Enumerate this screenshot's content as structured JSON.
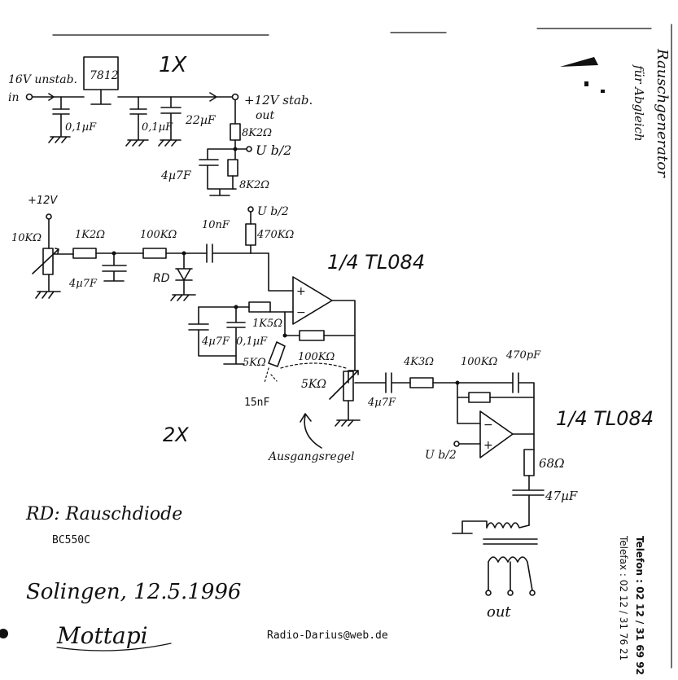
{
  "regulator": {
    "label": "1X",
    "ic": "7812",
    "input_label_line1": "16V unstab.",
    "input_label_line2": "in",
    "output_label_line1": "+12V stab.",
    "output_label_line2": "out",
    "cap1": "0,1µF",
    "cap2": "0,1µF",
    "cap3": "22µF",
    "r_top": "8K2Ω",
    "r_bottom": "8K2Ω",
    "cap_ub": "4µ7F",
    "ub_label": "U b/2"
  },
  "noise_stage": {
    "supply_label": "+12V",
    "pot": "10KΩ",
    "r1": "1K2Ω",
    "r2": "100KΩ",
    "cap_filter": "4µ7F",
    "diode": "RD",
    "coupling_cap": "10nF",
    "bias_label": "U b/2",
    "bias_r": "470KΩ",
    "opamp1": "1/4 TL084",
    "fb_r1": "1K5Ω",
    "cap_a": "4µ7F",
    "cap_b": "0,1µF",
    "pot_gain": "5KΩ",
    "fb_r2": "100KΩ",
    "cap_15nf": "15nF",
    "stage_label": "2X"
  },
  "output_stage": {
    "level_pot": "5KΩ",
    "cap_in": "4µ7F",
    "r_in": "4K3Ω",
    "r_fb": "100KΩ",
    "cap_fb": "470pF",
    "opamp2": "1/4 TL084",
    "bias_label": "U b/2",
    "r_out": "68Ω",
    "cap_out": "47µF",
    "out_label": "out",
    "level_label": "Ausgangsregel"
  },
  "notes": {
    "rd_line": "RD: Rauschdiode",
    "transistor": "BC550C",
    "date": "Solingen, 12.5.1996",
    "signature": "Mottapi",
    "email": "Radio-Darius@web.de",
    "vertical_title": "Rauschgenerator",
    "vertical_sub": "für Abgleich",
    "phone": "Telefon : 02 12 / 31 69 92",
    "fax": "Telefax : 02 12 / 31 76 21"
  }
}
